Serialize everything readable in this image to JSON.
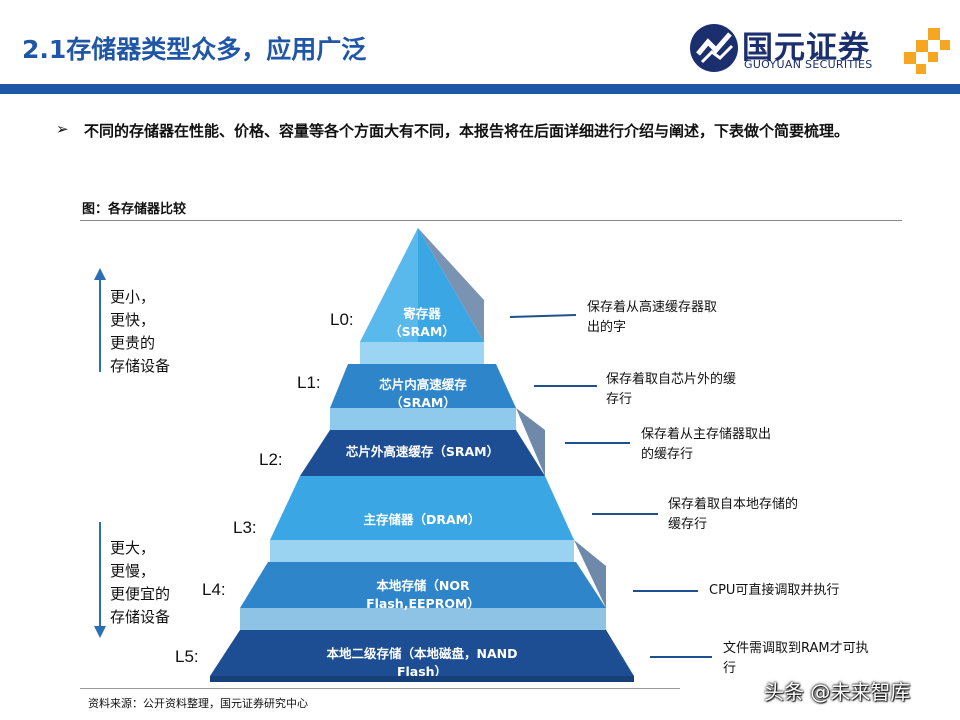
{
  "header": {
    "title": "2.1存储器类型众多，应用广泛",
    "accent_color": "#1f56a6"
  },
  "logo": {
    "name_cn": "国元证券",
    "name_en": "GUOYUAN SECURITIES",
    "icon": "guoyuan-logo-icon"
  },
  "intro": {
    "bullet_icon": "arrow-bullet-icon",
    "text": "不同的存储器在性能、价格、容量等各个方面大有不同，本报告将在后面详细进行介绍与阐述，下表做个简要梳理。"
  },
  "figure": {
    "caption": "图：各存储器比较",
    "top_note": "更小，\n更快，\n更贵的\n存储设备",
    "bottom_note": "更大，\n更慢，\n更便宜的\n存储设备",
    "levels": [
      {
        "label": "L0:",
        "name": "寄存器\n（SRAM）",
        "desc": "保存着从高速缓存器取\n出的字",
        "color": "#3aa6e3"
      },
      {
        "label": "L1:",
        "name": "芯片内高速缓存\n（SRAM）",
        "desc": "保存着取自芯片外的缓\n存行",
        "color": "#2f85c9"
      },
      {
        "label": "L2:",
        "name": "芯片外高速缓存（SRAM）",
        "desc": "保存着从主存储器取出\n的缓存行",
        "color": "#1d4e93"
      },
      {
        "label": "L3:",
        "name": "主存储器（DRAM）",
        "desc": "保存着取自本地存储的\n缓存行",
        "color": "#3aa6e3"
      },
      {
        "label": "L4:",
        "name": "本地存储（NOR\nFlash,EEPROM）",
        "desc": "CPU可直接调取并执行",
        "color": "#2f85c9"
      },
      {
        "label": "L5:",
        "name": "本地二级存储（本地磁盘，NAND\nFlash）",
        "desc": "文件需调取到RAM才可执\n行",
        "color": "#1d4e93"
      }
    ]
  },
  "source": "资料来源：公开资料整理，国元证券研究中心",
  "watermark": "头条 @未来智库"
}
